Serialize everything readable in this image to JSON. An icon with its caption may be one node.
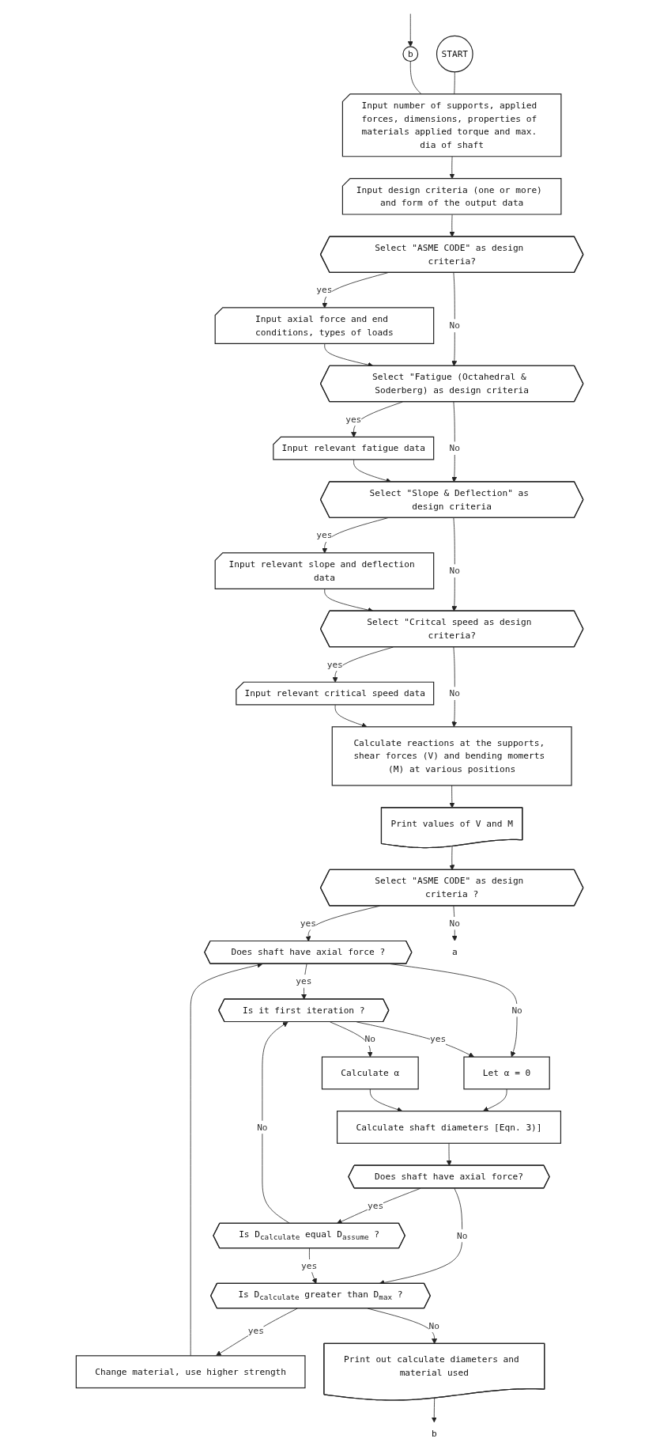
{
  "diagram": {
    "nodes": [
      {
        "text": [
          "START"
        ]
      },
      {
        "text": [
          "Input number of supports, applied forces, dimensions, properties of materials applied torque and max. dia of shaft"
        ]
      },
      {
        "text": [
          "Input design criteria (one or more) and form of the output data"
        ]
      },
      {
        "text": [
          "Select \"ASME CODE\" as design criteria?"
        ]
      },
      {
        "text": [
          "Input axial force and end conditions, types of loads"
        ]
      },
      {
        "text": [
          "Select \"Fatigue (Octahedral & Soderberg) as design criteria"
        ]
      },
      {
        "text": [
          "Input relevant fatigue data"
        ]
      },
      {
        "text": [
          "Select \"Slope & Deflection\" as design criteria"
        ]
      },
      {
        "text": [
          "Input relevant slope and deflection data"
        ]
      },
      {
        "text": [
          "Select \"Critcal speed as design criteria?"
        ]
      },
      {
        "text": [
          "Input relevant critical speed data"
        ]
      },
      {
        "text": [
          "Calculate reactions at the supports, shear forces (V) and bending momerts (M) at various positions"
        ]
      },
      {
        "text": [
          "Print values of V and M"
        ]
      },
      {
        "text": [
          "Select \"ASME CODE\" as design criteria ?"
        ]
      },
      {
        "text": [
          "Does shaft have axial force ?"
        ]
      },
      {
        "text": [
          "Is it first iteration ?"
        ]
      },
      {
        "text": [
          "Let α = 0"
        ]
      },
      {
        "text": [
          "Calculate α"
        ]
      },
      {
        "text": [
          "Calculate shaft diameters [Eqn. 3)]"
        ]
      },
      {
        "text": [
          "Does shaft have axial force?"
        ]
      },
      {
        "text": [
          "Is D$_{calculate}$ equal D$_{assume}$ ?"
        ]
      },
      {
        "text": [
          "Is D$_{calculate}$ greater than D$_{max}$ ?"
        ]
      },
      {
        "text": [
          "Change material, use higher strength"
        ]
      },
      {
        "text": [
          "Print out calculate diameters and material used"
        ]
      },
      {
        "text": [
          "a"
        ]
      },
      {
        "text": [
          "b"
        ]
      },
      {
        "text": [
          "b"
        ]
      }
    ],
    "edges": [
      {
        "from": 0,
        "to": 1,
        "arrow": "none"
      },
      {
        "from": null,
        "to": 26,
        "arrow": "to"
      },
      {
        "from": 26,
        "to": 1,
        "arrow": "none"
      },
      {
        "from": 1,
        "to": 2,
        "arrow": "to"
      },
      {
        "from": 2,
        "to": 3,
        "arrow": "to"
      },
      {
        "from": 3,
        "to": 4,
        "arrow": "to",
        "label": "yes"
      },
      {
        "from": 3,
        "to": 5,
        "arrow": "to",
        "label": "No"
      },
      {
        "from": 4,
        "to": 5,
        "arrow": "to"
      },
      {
        "from": 5,
        "to": 6,
        "arrow": "to",
        "label": "yes"
      },
      {
        "from": 5,
        "to": 7,
        "arrow": "to",
        "label": "No"
      },
      {
        "from": 6,
        "to": 7,
        "arrow": "to"
      },
      {
        "from": 7,
        "to": 8,
        "arrow": "to",
        "label": "yes"
      },
      {
        "from": 7,
        "to": 9,
        "arrow": "to",
        "label": "No"
      },
      {
        "from": 8,
        "to": 9,
        "arrow": "to"
      },
      {
        "from": 9,
        "to": 10,
        "arrow": "to",
        "label": "yes"
      },
      {
        "from": 9,
        "to": 11,
        "arrow": "to",
        "label": "No"
      },
      {
        "from": 10,
        "to": 11,
        "arrow": "to"
      },
      {
        "from": 11,
        "to": 12,
        "arrow": "to"
      },
      {
        "from": 12,
        "to": 13,
        "arrow": "to"
      },
      {
        "from": 13,
        "to": 24,
        "arrow": "to",
        "label": "No"
      },
      {
        "from": 13,
        "to": 14,
        "arrow": "to",
        "label": "yes"
      },
      {
        "from": 14,
        "to": 15,
        "arrow": "to",
        "label": "yes"
      },
      {
        "from": 14,
        "to": 16,
        "arrow": "to",
        "label": "No"
      },
      {
        "from": 15,
        "to": 16,
        "arrow": "to",
        "label": "yes"
      },
      {
        "from": 15,
        "to": 17,
        "arrow": "to",
        "label": "No"
      },
      {
        "from": 16,
        "to": 18,
        "arrow": "to"
      },
      {
        "from": 17,
        "to": 18,
        "arrow": "to"
      },
      {
        "from": 18,
        "to": 19,
        "arrow": "to"
      },
      {
        "from": 19,
        "to": 20,
        "arrow": "to",
        "label": "yes"
      },
      {
        "from": 19,
        "to": 21,
        "arrow": "to",
        "label": "No"
      },
      {
        "from": 20,
        "to": 21,
        "arrow": "to",
        "label": "yes"
      },
      {
        "from": 20,
        "to": 15,
        "arrow": "to",
        "label": "No"
      },
      {
        "from": 21,
        "to": 22,
        "arrow": "to",
        "label": "yes"
      },
      {
        "from": 21,
        "to": 23,
        "arrow": "to",
        "label": "No"
      },
      {
        "from": 22,
        "to": 14,
        "arrow": "to"
      },
      {
        "from": 23,
        "to": 25,
        "arrow": "to"
      }
    ]
  }
}
